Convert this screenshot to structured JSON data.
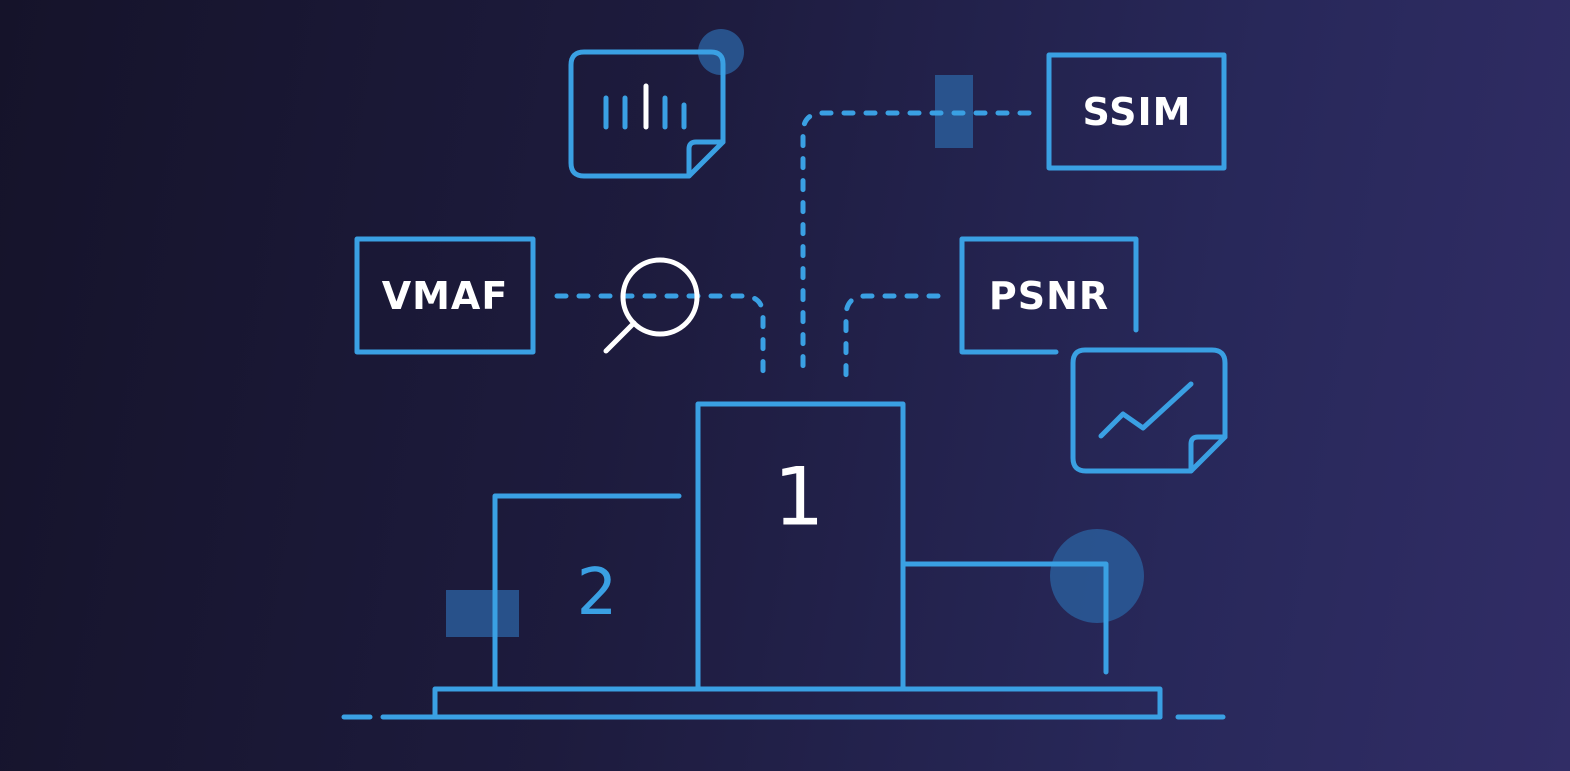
{
  "colors": {
    "line": "#3aa0e3",
    "accent_fill": "#2a5c99",
    "white": "#ffffff"
  },
  "labels": {
    "vmaf": "VMAF",
    "ssim": "SSIM",
    "psnr": "PSNR"
  },
  "podium": {
    "first_place": "1",
    "second_place": "2"
  },
  "icons": {
    "bar_chart_doc": "bar-chart-document-icon",
    "line_chart_doc": "line-chart-document-icon",
    "magnifier": "magnifying-glass-icon"
  }
}
